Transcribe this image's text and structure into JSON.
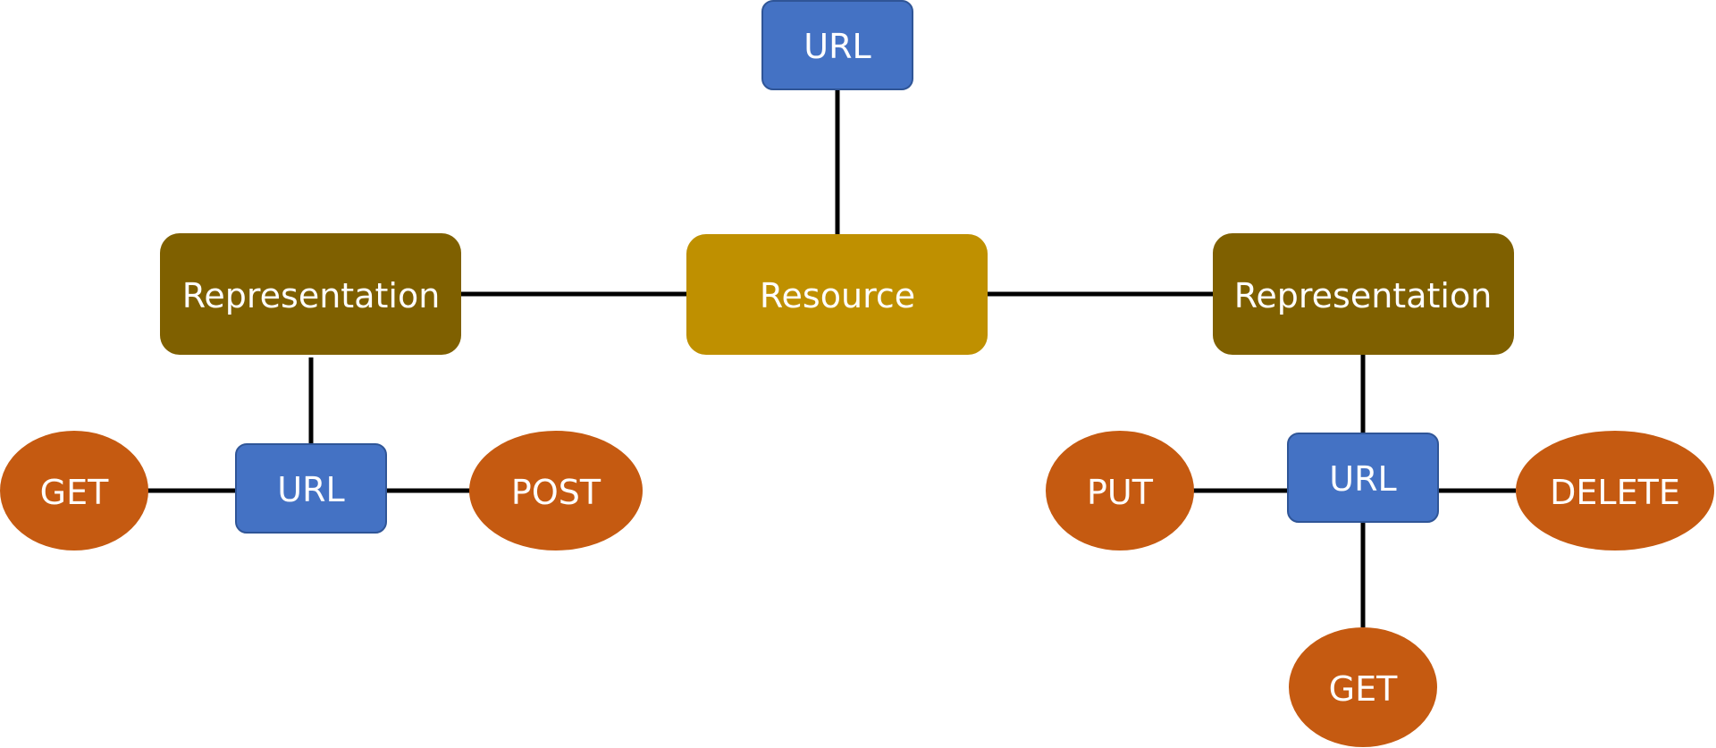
{
  "colors": {
    "url_fill": "#4472C4",
    "url_border": "#2F5597",
    "resource_fill": "#BF9000",
    "representation_fill": "#7F6000",
    "method_fill": "#C55A11",
    "edge": "#000000",
    "text": "#FFFFFF"
  },
  "nodes": {
    "top_url": "URL",
    "resource": "Resource",
    "left_representation": "Representation",
    "right_representation": "Representation",
    "left_url": "URL",
    "right_url": "URL",
    "left_get": "GET",
    "left_post": "POST",
    "right_put": "PUT",
    "right_delete": "DELETE",
    "right_get": "GET"
  }
}
